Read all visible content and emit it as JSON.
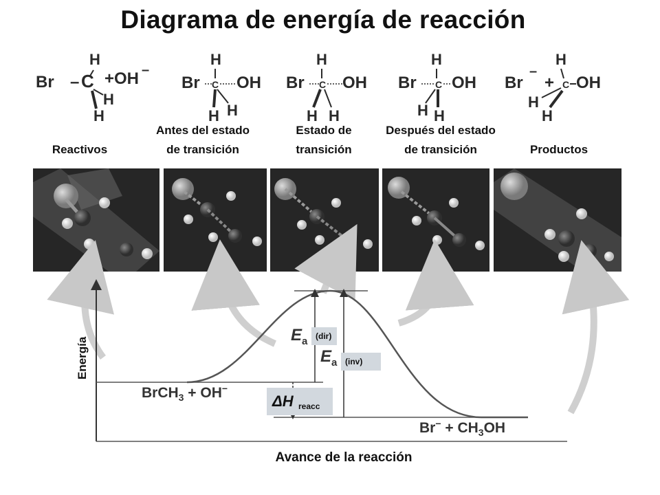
{
  "title": "Diagrama de energía de reacción",
  "stages": [
    {
      "line1": "",
      "line2": "Reactivos"
    },
    {
      "line1": "Antes del estado",
      "line2": "de transición"
    },
    {
      "line1": "Estado de",
      "line2": "transición"
    },
    {
      "line1": "Después del estado",
      "line2": "de transición"
    },
    {
      "line1": "",
      "line2": "Productos"
    }
  ],
  "molecules": {
    "reactants": {
      "br": "Br",
      "dash": "–",
      "c": "C",
      "h": "H",
      "oh": "+OH",
      "charge": "–"
    },
    "before": {
      "br": "Br",
      "c": "C",
      "oh": "OH",
      "h": "H"
    },
    "ts": {
      "br": "Br",
      "c": "C",
      "oh": "OH",
      "h": "H"
    },
    "after": {
      "br": "Br",
      "c": "C",
      "oh": "OH",
      "h": "H"
    },
    "products": {
      "br": "Br",
      "charge": "–",
      "plus": "+",
      "c": "C",
      "oh": "OH",
      "h": "H"
    }
  },
  "axes": {
    "y_label": "Energía",
    "x_label": "Avance de la reacción"
  },
  "energy": {
    "ea_symbol": "E",
    "ea_sub": "a",
    "forward_label": "(dir)",
    "reverse_label": "(inv)",
    "dh_symbol": "ΔH",
    "dh_sub": "reacc",
    "reactant_species": {
      "a": "BrCH",
      "a_sub": "3",
      "b": " + OH",
      "b_sup": "−"
    },
    "product_species": {
      "a": "Br",
      "a_sup": "−",
      "b": " + CH",
      "b_sub": "3",
      "c": "OH"
    }
  },
  "colors": {
    "curve": "#555555",
    "photo_bg": "#262626",
    "label_box": "#d2d8de",
    "arrow": "#c8c8c8"
  }
}
